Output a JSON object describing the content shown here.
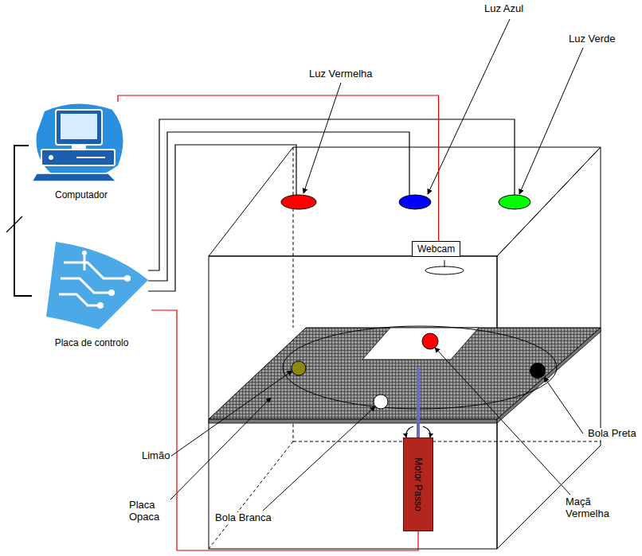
{
  "diagram": {
    "nodes": [
      {
        "text": [
          "Computador"
        ]
      },
      {
        "text": [
          "Placa de controlo"
        ]
      },
      {
        "text": [
          "Webcam"
        ]
      },
      {
        "text": [
          "Motor Passo"
        ]
      }
    ],
    "edges": [
      {
        "from": 0,
        "to": 1,
        "arrow": "none"
      },
      {
        "from": 0,
        "to": 2,
        "arrow": "none"
      },
      {
        "from": 1,
        "to": 3,
        "arrow": "none"
      }
    ],
    "labels": [
      "Luz Vermelha",
      "Luz Azul",
      "Luz Verde",
      "Limão",
      "Placa Opaca",
      "Bola Branca",
      "Maçã Vermelha",
      "Bola Preta"
    ]
  }
}
